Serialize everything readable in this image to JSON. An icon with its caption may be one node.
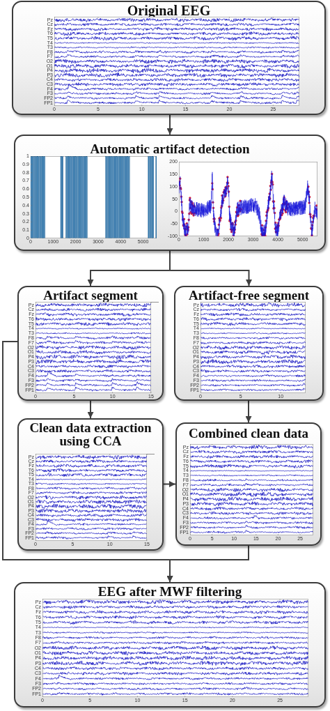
{
  "diagram": {
    "nodes": [
      {
        "text": [
          "Original EEG"
        ]
      },
      {
        "text": [
          "Automatic artifact detection"
        ]
      },
      {
        "text": [
          "Artifact segment"
        ]
      },
      {
        "text": [
          "Artifact-free segment"
        ]
      },
      {
        "text": [
          "Clean data extraction using CCA"
        ]
      },
      {
        "text": [
          "Combined clean data"
        ]
      },
      {
        "text": [
          "EEG after MWF filtering"
        ]
      }
    ],
    "edges": [
      {
        "from": 0,
        "to": 1,
        "arrow": "to"
      },
      {
        "from": 1,
        "to": 2,
        "arrow": "to"
      },
      {
        "from": 1,
        "to": 3,
        "arrow": "to"
      },
      {
        "from": 2,
        "to": 4,
        "arrow": "to"
      },
      {
        "from": 3,
        "to": 5,
        "arrow": "to"
      },
      {
        "from": 4,
        "to": 5,
        "arrow": "to"
      },
      {
        "from": 2,
        "to": 6,
        "arrow": "to"
      },
      {
        "from": 5,
        "to": 6,
        "arrow": "to"
      }
    ],
    "labels": [
      "Pz",
      "Cz",
      "Fz",
      "T6",
      "T5",
      "T4",
      "T3",
      "F8",
      "F7",
      "O2",
      "O1",
      "P4",
      "P3",
      "C4",
      "C3",
      "F4",
      "F3",
      "FP2",
      "FP1",
      "0",
      "5",
      "10",
      "15",
      "20",
      "25",
      "1",
      "0.9",
      "0.8",
      "0.7",
      "0.6",
      "0.5",
      "0.4",
      "0.3",
      "0.2",
      "0.1",
      "0",
      "0",
      "1000",
      "2000",
      "3000",
      "4000",
      "5000",
      "200",
      "150",
      "100",
      "50",
      "0",
      "-50",
      "-100",
      "0",
      "1000",
      "2000",
      "3000",
      "4000",
      "5000",
      "Pz",
      "Cz",
      "Fz",
      "T6",
      "T5",
      "T4",
      "T3",
      "F8",
      "F7",
      "O2",
      "O1",
      "P4",
      "P3",
      "C4",
      "C3",
      "F4",
      "F3",
      "FP2",
      "FP1",
      "0",
      "5",
      "10",
      "15",
      "Pz",
      "Cz",
      "Fz",
      "T6",
      "T5",
      "T4",
      "T3",
      "F8",
      "F7",
      "O2",
      "O1",
      "P4",
      "P3",
      "C4",
      "C3",
      "F4",
      "F3",
      "FP2",
      "FP1",
      "0",
      "5",
      "10",
      "Pz",
      "Cz",
      "Fz",
      "T6",
      "T5",
      "T4",
      "T3",
      "F8",
      "F7",
      "O2",
      "O1",
      "P4",
      "P3",
      "C4",
      "C3",
      "F4",
      "F3",
      "FP2",
      "FP1",
      "0",
      "5",
      "10",
      "15",
      "Pz",
      "Cz",
      "Fz",
      "T6",
      "T5",
      "T4",
      "T3",
      "F8",
      "F7",
      "O2",
      "O1",
      "P4",
      "P3",
      "C4",
      "C3",
      "F4",
      "F3",
      "FP2",
      "FP1",
      "0",
      "5",
      "10",
      "15",
      "20",
      "25",
      "Pz",
      "Cz",
      "Fz",
      "T6",
      "T5",
      "T4",
      "T3",
      "F8",
      "F7",
      "O2",
      "O1",
      "P4",
      "P3",
      "C4",
      "C3",
      "F4",
      "F3",
      "FP2",
      "FP1",
      "0",
      "5",
      "10",
      "15",
      "20",
      "25"
    ]
  }
}
